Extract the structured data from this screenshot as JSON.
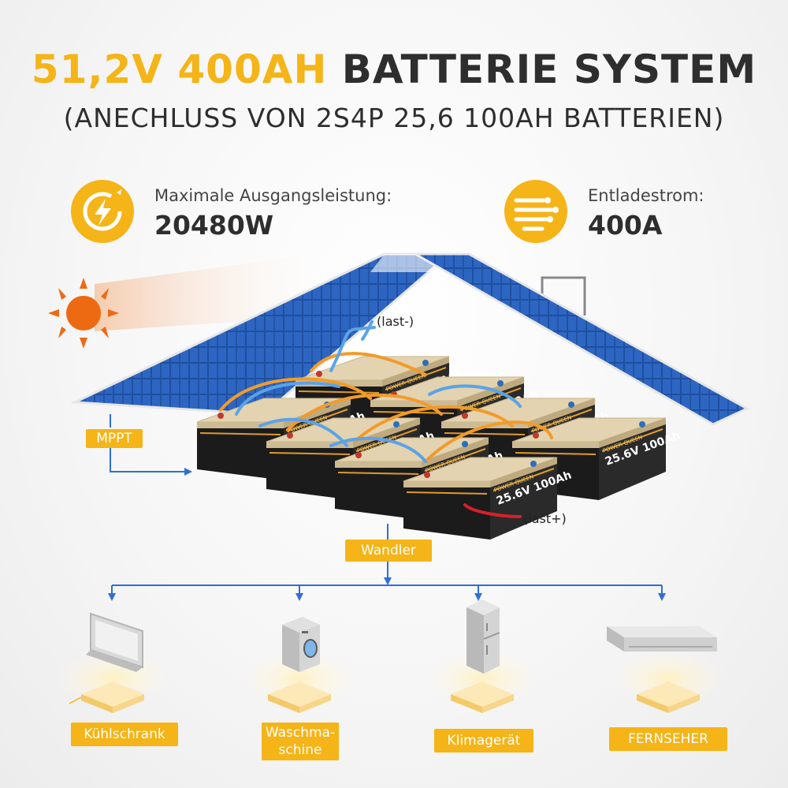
{
  "header": {
    "title_highlight": "51,2V 400AH",
    "title_rest": "BATTERIE SYSTEM",
    "subtitle": "(ANECHLUSS VON 2S4P 25,6 100AH BATTERIEN)"
  },
  "specs": [
    {
      "label": "Maximale Ausgangsleistung:",
      "value": "20480W",
      "icon": "lightning-icon"
    },
    {
      "label": "Entladestrom:",
      "value": "400A",
      "icon": "current-lines-icon"
    }
  ],
  "battery": {
    "label": "25.6V 100Ah",
    "brand": "POWER QUEEN",
    "count": 8
  },
  "wiring": {
    "load_minus": "(last-)",
    "load_plus": "(last+)",
    "mppt": "MPPT",
    "inverter": "Wandler"
  },
  "appliances": [
    {
      "label": "Kühlschrank",
      "icon": "tv-icon"
    },
    {
      "label": "Waschma-\nschine",
      "icon": "washing-machine-icon"
    },
    {
      "label": "Klimagerät",
      "icon": "refrigerator-icon"
    },
    {
      "label": "FERNSEHER",
      "icon": "air-conditioner-icon"
    }
  ],
  "colors": {
    "accent": "#f5b417",
    "dark_text": "#2e2e2e",
    "flow_arrow": "#2f6fd6",
    "sun": "#ee6a12",
    "solar_panel": "#1f4f9e",
    "battery_top": "#e3d3b0",
    "battery_body": "#1b1b1b"
  }
}
